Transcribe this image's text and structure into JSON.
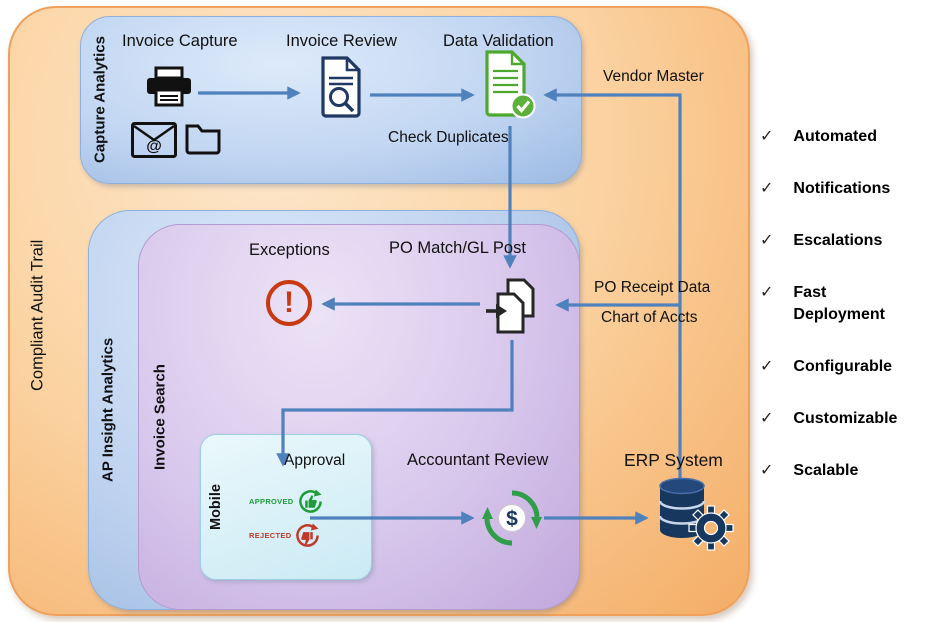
{
  "outer": {
    "label": "Compliant Audit Trail"
  },
  "capture": {
    "label": "Capture Analytics",
    "invoice_capture": "Invoice Capture",
    "invoice_review": "Invoice Review",
    "data_validation": "Data Validation",
    "check_duplicates": "Check Duplicates"
  },
  "flows": {
    "vendor_master": "Vendor Master",
    "po_receipt_data": "PO Receipt Data",
    "chart_of_accts": "Chart of Accts"
  },
  "ap": {
    "label": "AP Insight Analytics",
    "invoice_search": "Invoice Search",
    "exceptions": "Exceptions",
    "po_match": "PO Match/GL Post",
    "accountant_review": "Accountant Review",
    "mobile": {
      "label": "Mobile",
      "approval": "Approval",
      "approved": "APPROVED",
      "rejected": "REJECTED"
    }
  },
  "erp": {
    "label": "ERP System"
  },
  "checklist": {
    "check": "✓",
    "items": [
      "Automated",
      "Notifications",
      "Escalations",
      "Fast Deployment",
      "Configurable",
      "Customizable",
      "Scalable"
    ]
  },
  "symbols": {
    "at": "@",
    "dollar": "$",
    "exclamation": "!"
  },
  "colors": {
    "arrow": "#4F81BD",
    "green": "#4EA72E",
    "red": "#C93A12",
    "navy": "#17375E",
    "orange": "#F4AD66"
  }
}
